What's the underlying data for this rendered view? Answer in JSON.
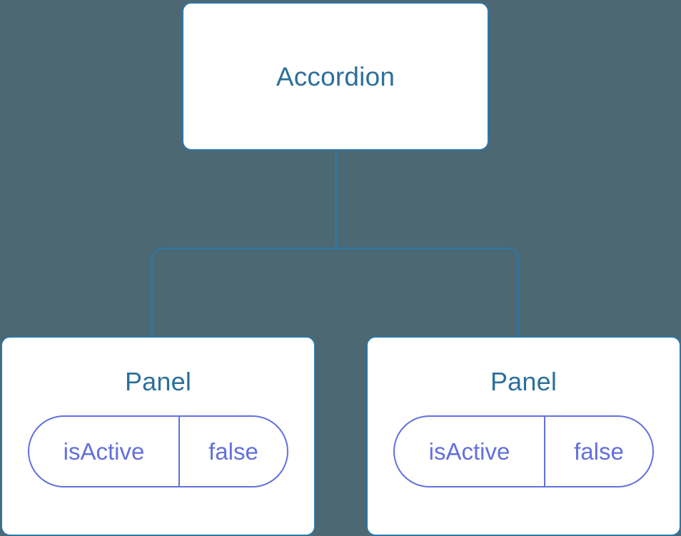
{
  "diagram": {
    "type": "component-tree",
    "background_color": "#4c6872",
    "node_border_color": "#2f76a6",
    "node_fill_color": "#ffffff",
    "title_color": "#2c6f9b",
    "pill_color": "#6270dd",
    "edge_color": "#2f76a6",
    "root": {
      "title": "Accordion"
    },
    "children": [
      {
        "title": "Panel",
        "state": {
          "key": "isActive",
          "value": "false"
        }
      },
      {
        "title": "Panel",
        "state": {
          "key": "isActive",
          "value": "false"
        }
      }
    ]
  }
}
